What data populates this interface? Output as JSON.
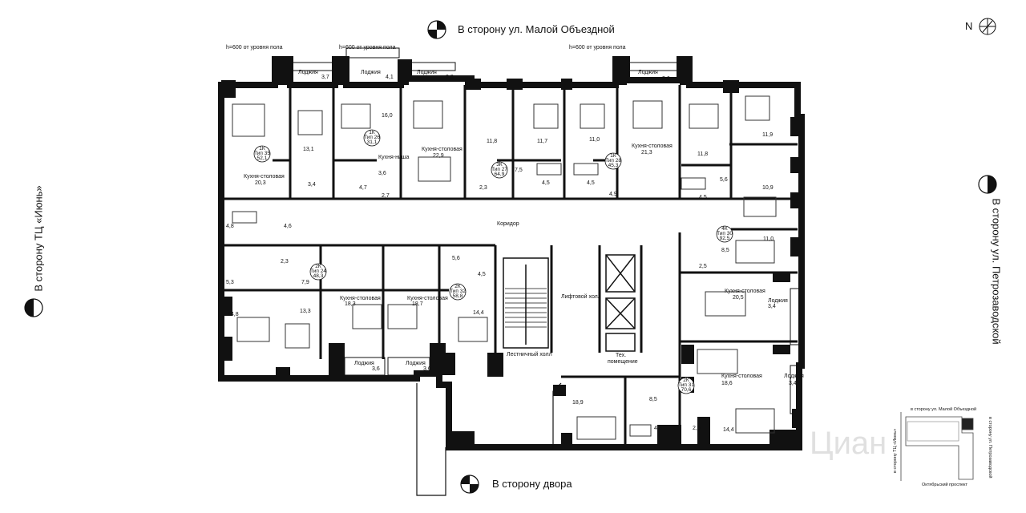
{
  "directions": {
    "top": "В сторону ул. Малой Объездной",
    "left": "В сторону ТЦ «Июнь»",
    "right": "В сторону ул. Петрозаводской",
    "bottom": "В сторону двора",
    "north": "N"
  },
  "notes": {
    "sill_1": "h=600 от уровня пола",
    "sill_2": "h=600 от уровня пола",
    "sill_3": "h=600 от уровня пола"
  },
  "apartments": [
    {
      "type": "1К",
      "code": "Тип 35",
      "area": "52,1"
    },
    {
      "type": "1К",
      "code": "Тип 26",
      "area": "31,1"
    },
    {
      "type": "3К",
      "code": "Тип 27",
      "area": "64,9"
    },
    {
      "type": "1К",
      "code": "Тип 28",
      "area": "45,3"
    },
    {
      "type": "4К",
      "code": "Тип 30",
      "area": "92,5"
    },
    {
      "type": "2К",
      "code": "Тип 24",
      "area": "48,3"
    },
    {
      "type": "2К",
      "code": "Тип 32",
      "area": "58,8"
    },
    {
      "type": "2К",
      "code": "Тип 31",
      "area": "70,6"
    }
  ],
  "rooms": {
    "loggia": "Лоджия",
    "kitchen_dining": "Кухня-столовая",
    "kitchen_niche": "Кухня-ниша",
    "corridor": "Коридор",
    "elevator_hall": "Лифтовой холл",
    "stair_hall": "Лестничный холл",
    "tech_room_1": "Тех.",
    "tech_room_2": "помещение"
  },
  "areas": {
    "log_1": "3,7",
    "log_2": "4,1",
    "log_3": "3,8",
    "log_4": "3,6",
    "r_131": "13,1",
    "r_160": "16,0",
    "r_229": "22,9",
    "r_118a": "11,8",
    "r_117": "11,7",
    "r_110a": "11,0",
    "r_213": "21,3",
    "r_118b": "11,8",
    "r_119": "11,9",
    "k_203": "20,3",
    "r_34": "3,4",
    "r_47": "4,7",
    "r_36": "3,6",
    "r_27a": "2,7",
    "r_23a": "2,3",
    "r_75": "7,5",
    "r_45a": "4,5",
    "r_45b": "4,5",
    "r_49": "4,9",
    "r_56": "5,6",
    "r_45c": "4,5",
    "r_109": "10,9",
    "r_48": "4,8",
    "r_46": "4,6",
    "r_110b": "11,0",
    "r_23b": "2,3",
    "r_53": "5,3",
    "r_79": "7,9",
    "r_56b": "5,6",
    "r_45d": "4,5",
    "r_85a": "8,5",
    "r_25a": "2,5",
    "r_148": "14,8",
    "r_133": "13,3",
    "k_183": "18,3",
    "k_187": "18,7",
    "r_144a": "14,4",
    "k_205": "20,5",
    "log_5": "3,4",
    "log_6": "3,6",
    "log_7": "3,6",
    "r_189": "18,9",
    "r_85b": "8,5",
    "k_186": "18,6",
    "log_8": "3,4",
    "r_45e": "4,5",
    "r_25b": "2,5",
    "r_144b": "14,4"
  },
  "keyplan": {
    "top_label": "в сторону ул. Малой Объездной",
    "bottom_label": "Октябрьский проспект",
    "left_label": "в сторону ТЦ «Июнь»",
    "right_label": "в сторону ул. Петрозаводской"
  },
  "watermark": "Циан",
  "colors": {
    "wall": "#111111",
    "line": "#222222",
    "accent": "#000000"
  }
}
